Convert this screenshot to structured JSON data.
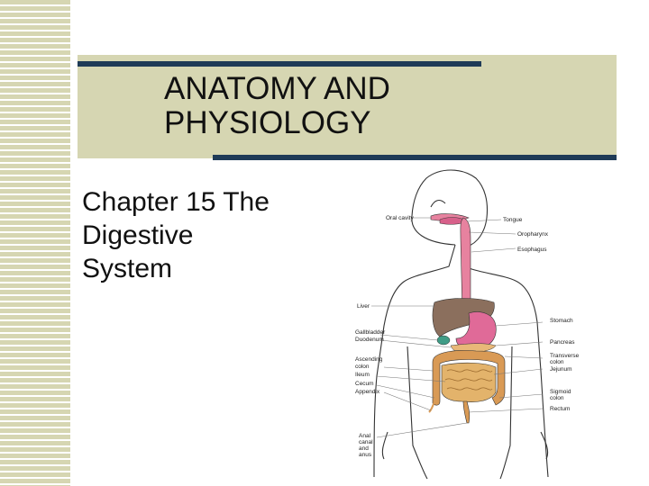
{
  "slide": {
    "title": "ANATOMY AND\nPHYSIOLOGY",
    "subtitle": "Chapter 15 The\nDigestive\nSystem"
  },
  "diagram": {
    "labels": {
      "oral_cavity": "Oral cavity",
      "tongue": "Tongue",
      "oropharynx": "Oropharynx",
      "esophagus": "Esophagus",
      "liver": "Liver",
      "stomach": "Stomach",
      "gallbladder": "Gallbladder",
      "duodenum": "Duodenum",
      "pancreas": "Pancreas",
      "ascending_colon_1": "Ascending",
      "ascending_colon_2": "colon",
      "transverse_colon_1": "Transverse",
      "transverse_colon_2": "colon",
      "jejunum": "Jejunum",
      "ileum": "Ileum",
      "cecum": "Cecum",
      "appendix": "Appendix",
      "sigmoid_colon_1": "Sigmoid",
      "sigmoid_colon_2": "colon",
      "rectum": "Rectum",
      "anal_canal_1": "Anal",
      "anal_canal_2": "canal",
      "anal_canal_3": "and",
      "anus": "anus"
    },
    "colors": {
      "esophagus": "#e7829f",
      "stomach": "#e06a98",
      "liver": "#8b6f5d",
      "gallbladder": "#3f9c86",
      "pancreas": "#e8b878",
      "small_intestine": "#e3b36b",
      "large_intestine": "#d99a55",
      "outline": "#333333"
    }
  }
}
